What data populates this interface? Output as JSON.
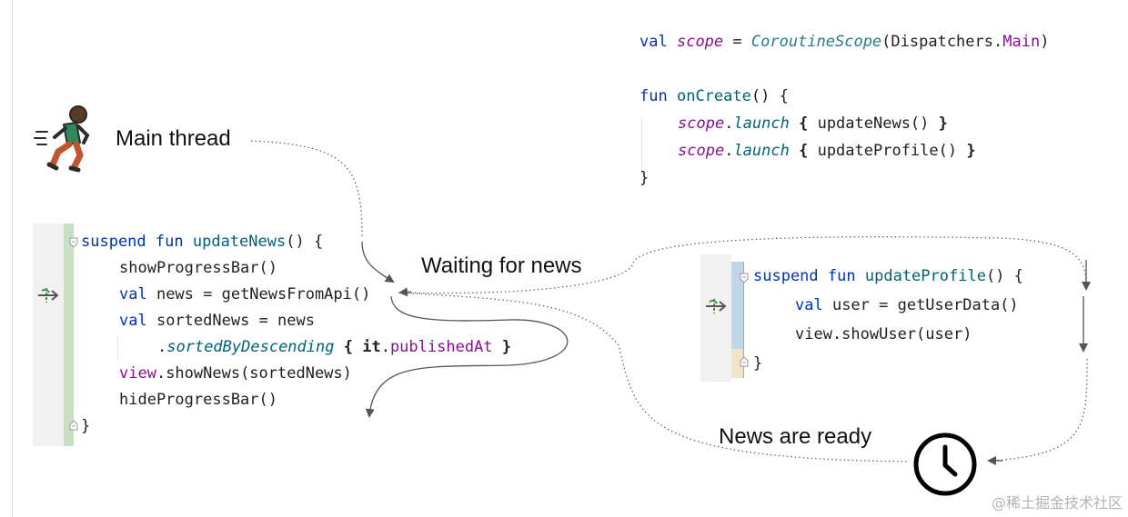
{
  "labels": {
    "main_thread": "Main thread",
    "waiting": "Waiting for news",
    "ready": "News are ready"
  },
  "scope_code": {
    "l1": {
      "val": "val",
      "scope": "scope",
      "eq": " = ",
      "cls": "CoroutineScope",
      "open": "(Dispatchers.",
      "main": "Main",
      "close": ")"
    },
    "l2": {
      "fun": "fun",
      "name": "onCreate",
      "rest": "() {"
    },
    "l3": {
      "scope": "scope",
      "dot": ".",
      "launch": "launch",
      "open": " { ",
      "call": "updateNews()",
      "close": " }"
    },
    "l4": {
      "scope": "scope",
      "dot": ".",
      "launch": "launch",
      "open": " { ",
      "call": "updateProfile()",
      "close": " }"
    },
    "l5": "}"
  },
  "news_code": {
    "l1": {
      "suspend": "suspend",
      "fun": "fun",
      "name": "updateNews",
      "rest": "() {"
    },
    "l2": "showProgressBar()",
    "l3": {
      "val": "val",
      "rest": " news = getNewsFromApi()"
    },
    "l4": {
      "val": "val",
      "rest": " sortedNews = news"
    },
    "l5": {
      "dot": ".",
      "call": "sortedByDescending",
      "open": " { ",
      "it": "it",
      "dot2": ".",
      "prop": "publishedAt",
      "close": " }"
    },
    "l6": {
      "view": "view",
      "rest": ".showNews(sortedNews)"
    },
    "l7": "hideProgressBar()",
    "l8": "}"
  },
  "profile_code": {
    "l1": {
      "suspend": "suspend",
      "fun": "fun",
      "name": "updateProfile",
      "rest": "() {"
    },
    "l2": {
      "val": "val",
      "rest": " user = getUserData()"
    },
    "l3": "view.showUser(user)",
    "l4": "}"
  },
  "watermark": "@稀土掘金技术社区",
  "icons": {
    "runner": "running-person-icon",
    "clock": "clock-icon",
    "suspend": "suspend-function-icon",
    "fold": "fold-marker-icon"
  },
  "colors": {
    "keyword": "#0033b3",
    "function": "#00627a",
    "property": "#871094",
    "class": "#2a7b8a",
    "gutter_green": "#c8dfc3",
    "gutter_blue": "#c2d6e8"
  }
}
